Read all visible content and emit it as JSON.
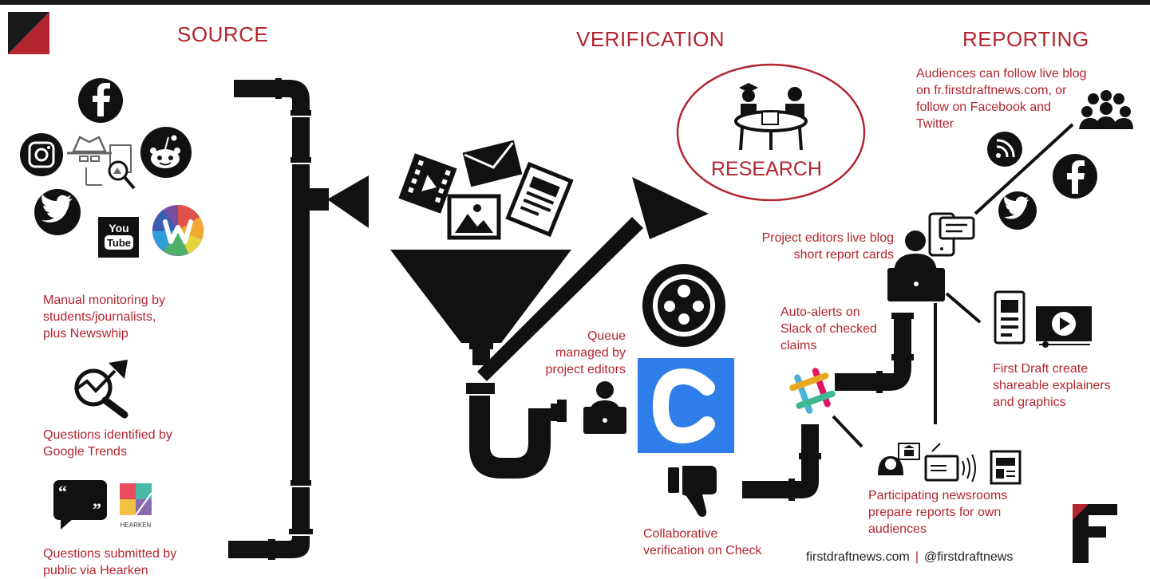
{
  "headers": {
    "source": "SOURCE",
    "verification": "VERIFICATION",
    "reporting": "REPORTING"
  },
  "labels": {
    "research": "RESEARCH",
    "manual_monitoring": "Manual monitoring by\nstudents/journalists,\nplus Newswhip",
    "questions_google": "Questions identified by\nGoogle Trends",
    "questions_hearken": "Questions submitted by\npublic via Hearken",
    "queue": "Queue\nmanaged by\nproject editors",
    "collaborative": "Collaborative\nverification on Check",
    "auto_alerts": "Auto-alerts on\nSlack of checked\nclaims",
    "participating": "Participating newsrooms\nprepare reports for own\naudiences",
    "first_draft_create": "First Draft create\nshareable explainers\nand graphics",
    "project_editors": "Project editors live blog\nshort report cards",
    "audiences": "Audiences can follow live blog\non fr.firstdraftnews.com, or\nfollow on Facebook and\nTwitter",
    "youtube_you": "You",
    "youtube_tube": "Tube",
    "hearken_logo": "HEARKEN",
    "quote_open": "“",
    "quote_close": "”",
    "logo_letter": "F"
  },
  "footer": {
    "site": "firstdraftnews.com",
    "separator": "|",
    "handle": "@firstdraftnews"
  },
  "colors": {
    "accent": "#b3252f",
    "ink": "#111111",
    "check_blue": "#2e7de9"
  },
  "icons": [
    "facebook-icon",
    "instagram-icon",
    "reddit-icon",
    "twitter-icon",
    "youtube-icon",
    "newswhip-icon",
    "spy-search-icon",
    "trend-search-icon",
    "quote-bubble-icon",
    "hearken-icon",
    "video-icon",
    "mail-icon",
    "image-icon",
    "document-icon",
    "research-meeting-icon",
    "group-circle-icon",
    "check-logo-icon",
    "editor-laptop-icon",
    "thumbs-down-icon",
    "slack-icon",
    "live-blog-editor-icon",
    "mobile-chat-icon",
    "rss-icon",
    "audience-icon",
    "explainer-icon",
    "video-play-icon",
    "journalist-icon",
    "radio-icon",
    "newspaper-icon",
    "first-draft-logo"
  ]
}
